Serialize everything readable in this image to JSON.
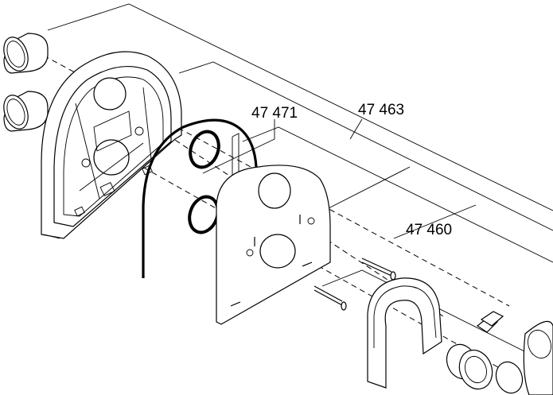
{
  "diagram": {
    "labels": [
      {
        "id": "part-47471",
        "text": "47 471"
      },
      {
        "id": "part-47463",
        "text": "47 463"
      },
      {
        "id": "part-47460",
        "text": "47 460"
      }
    ]
  }
}
